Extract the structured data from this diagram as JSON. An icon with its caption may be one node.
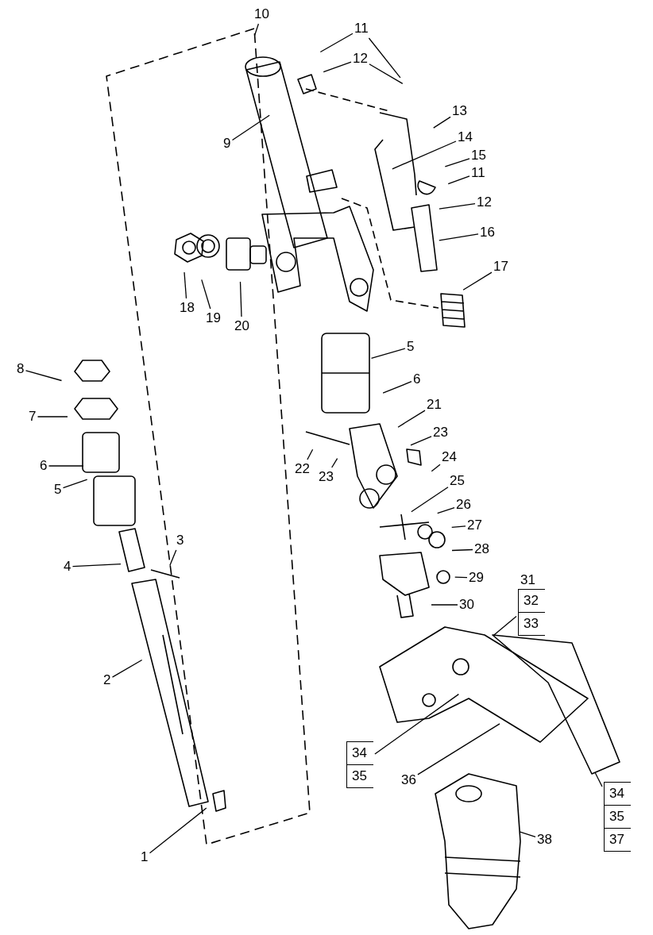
{
  "diagram": {
    "nodes": [
      {
        "text": [
          "10"
        ]
      },
      {
        "text": [
          "11"
        ]
      },
      {
        "text": [
          "12"
        ]
      },
      {
        "text": [
          "9"
        ]
      },
      {
        "text": [
          "13"
        ]
      },
      {
        "text": [
          "14"
        ]
      },
      {
        "text": [
          "15"
        ]
      },
      {
        "text": [
          "11"
        ]
      },
      {
        "text": [
          "12"
        ]
      },
      {
        "text": [
          "16"
        ]
      },
      {
        "text": [
          "17"
        ]
      },
      {
        "text": [
          "18"
        ]
      },
      {
        "text": [
          "19"
        ]
      },
      {
        "text": [
          "20"
        ]
      },
      {
        "text": [
          "5"
        ]
      },
      {
        "text": [
          "8"
        ]
      },
      {
        "text": [
          "6"
        ]
      },
      {
        "text": [
          "21"
        ]
      },
      {
        "text": [
          "7"
        ]
      },
      {
        "text": [
          "23"
        ]
      },
      {
        "text": [
          "24"
        ]
      },
      {
        "text": [
          "22"
        ]
      },
      {
        "text": [
          "23"
        ]
      },
      {
        "text": [
          "6"
        ]
      },
      {
        "text": [
          "25"
        ]
      },
      {
        "text": [
          "5"
        ]
      },
      {
        "text": [
          "26"
        ]
      },
      {
        "text": [
          "27"
        ]
      },
      {
        "text": [
          "28"
        ]
      },
      {
        "text": [
          "3"
        ]
      },
      {
        "text": [
          "4"
        ]
      },
      {
        "text": [
          "29"
        ]
      },
      {
        "text": [
          "30"
        ]
      },
      {
        "text": [
          "31",
          "32",
          "33"
        ]
      },
      {
        "text": [
          "2"
        ]
      },
      {
        "text": [
          "34",
          "35"
        ]
      },
      {
        "text": [
          "36"
        ]
      },
      {
        "text": [
          "34",
          "35",
          "37"
        ]
      },
      {
        "text": [
          "38"
        ]
      },
      {
        "text": [
          "1"
        ]
      }
    ],
    "edges": [
      {
        "from": 0,
        "to": null,
        "arrow": "none"
      },
      {
        "from": 1,
        "to": null,
        "arrow": "none"
      },
      {
        "from": 1,
        "to": null,
        "arrow": "none"
      },
      {
        "from": 2,
        "to": null,
        "arrow": "none"
      },
      {
        "from": 2,
        "to": null,
        "arrow": "none"
      },
      {
        "from": 3,
        "to": null,
        "arrow": "none"
      },
      {
        "from": 4,
        "to": null,
        "arrow": "none"
      },
      {
        "from": 5,
        "to": null,
        "arrow": "none"
      },
      {
        "from": 6,
        "to": null,
        "arrow": "none"
      },
      {
        "from": 7,
        "to": null,
        "arrow": "none"
      },
      {
        "from": 8,
        "to": null,
        "arrow": "none"
      },
      {
        "from": 9,
        "to": null,
        "arrow": "none"
      },
      {
        "from": 10,
        "to": null,
        "arrow": "none"
      },
      {
        "from": 11,
        "to": null,
        "arrow": "none"
      },
      {
        "from": 12,
        "to": null,
        "arrow": "none"
      },
      {
        "from": 13,
        "to": null,
        "arrow": "none"
      },
      {
        "from": 14,
        "to": null,
        "arrow": "none"
      },
      {
        "from": 15,
        "to": null,
        "arrow": "none"
      },
      {
        "from": 16,
        "to": null,
        "arrow": "none"
      },
      {
        "from": 17,
        "to": null,
        "arrow": "none"
      },
      {
        "from": 18,
        "to": null,
        "arrow": "none"
      },
      {
        "from": 19,
        "to": null,
        "arrow": "none"
      },
      {
        "from": 20,
        "to": null,
        "arrow": "none"
      },
      {
        "from": 21,
        "to": null,
        "arrow": "none"
      },
      {
        "from": 22,
        "to": null,
        "arrow": "none"
      },
      {
        "from": 23,
        "to": null,
        "arrow": "none"
      },
      {
        "from": 24,
        "to": null,
        "arrow": "none"
      },
      {
        "from": 25,
        "to": null,
        "arrow": "none"
      },
      {
        "from": 26,
        "to": null,
        "arrow": "none"
      },
      {
        "from": 27,
        "to": null,
        "arrow": "none"
      },
      {
        "from": 28,
        "to": null,
        "arrow": "none"
      },
      {
        "from": 29,
        "to": null,
        "arrow": "none"
      },
      {
        "from": 30,
        "to": null,
        "arrow": "none"
      },
      {
        "from": 31,
        "to": null,
        "arrow": "none"
      },
      {
        "from": 32,
        "to": null,
        "arrow": "none"
      },
      {
        "from": 33,
        "to": null,
        "arrow": "none"
      },
      {
        "from": 34,
        "to": null,
        "arrow": "none"
      },
      {
        "from": 35,
        "to": null,
        "arrow": "none"
      },
      {
        "from": 36,
        "to": null,
        "arrow": "none"
      },
      {
        "from": 37,
        "to": null,
        "arrow": "none"
      },
      {
        "from": 38,
        "to": null,
        "arrow": "none"
      },
      {
        "from": 39,
        "to": null,
        "arrow": "none"
      }
    ]
  }
}
